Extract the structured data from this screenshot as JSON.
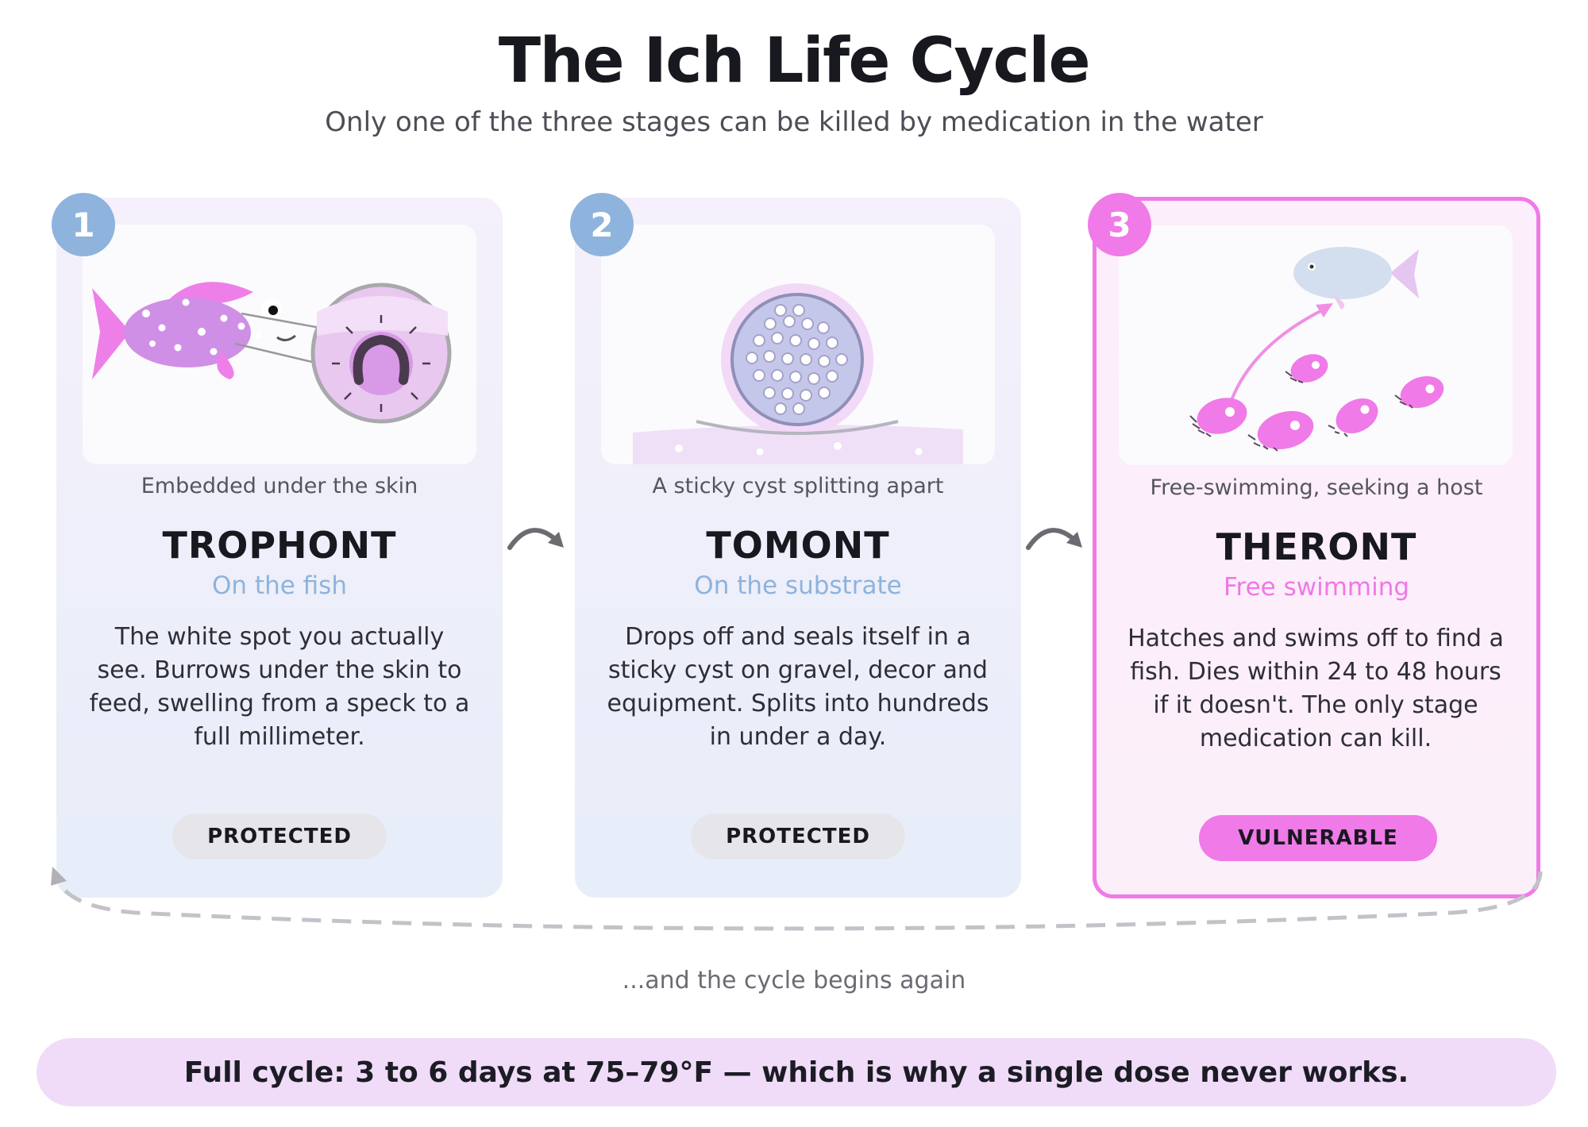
{
  "header": {
    "title": "The Ich Life Cycle",
    "subtitle": "Only one of the three stages can be killed by medication in the water"
  },
  "stages": [
    {
      "number": "1",
      "caption": "Embedded under the skin",
      "name": "TROPHONT",
      "location": "On the fish",
      "description": "The white spot you actually see. Burrows under the skin to feed, swelling from a speck to a full millimeter.",
      "status": "PROTECTED"
    },
    {
      "number": "2",
      "caption": "A sticky cyst splitting apart",
      "name": "TOMONT",
      "location": "On the substrate",
      "description": "Drops off and seals itself in a sticky cyst on gravel, decor and equipment. Splits into hundreds in under a day.",
      "status": "PROTECTED"
    },
    {
      "number": "3",
      "caption": "Free-swimming, seeking a host",
      "name": "THERONT",
      "location": "Free swimming",
      "description": "Hatches and swims off to find a fish. Dies within 24 to 48 hours if it doesn't. The only stage medication can kill.",
      "status": "VULNERABLE"
    }
  ],
  "cycle_note": "...and the cycle begins again",
  "footer_note": "Full cycle: 3 to 6 days at 75–79°F — which is why a single dose never works.",
  "colors": {
    "accent_blue": "#8eb3dd",
    "accent_pink": "#f07ae8",
    "protected_pill": "#e6e6ea",
    "footer_bg": "#f0dcf8"
  },
  "icons": [
    "fish-icon",
    "magnifier-icon",
    "cyst-icon",
    "theront-icon",
    "curved-arrow-icon",
    "loop-arrow-icon"
  ]
}
